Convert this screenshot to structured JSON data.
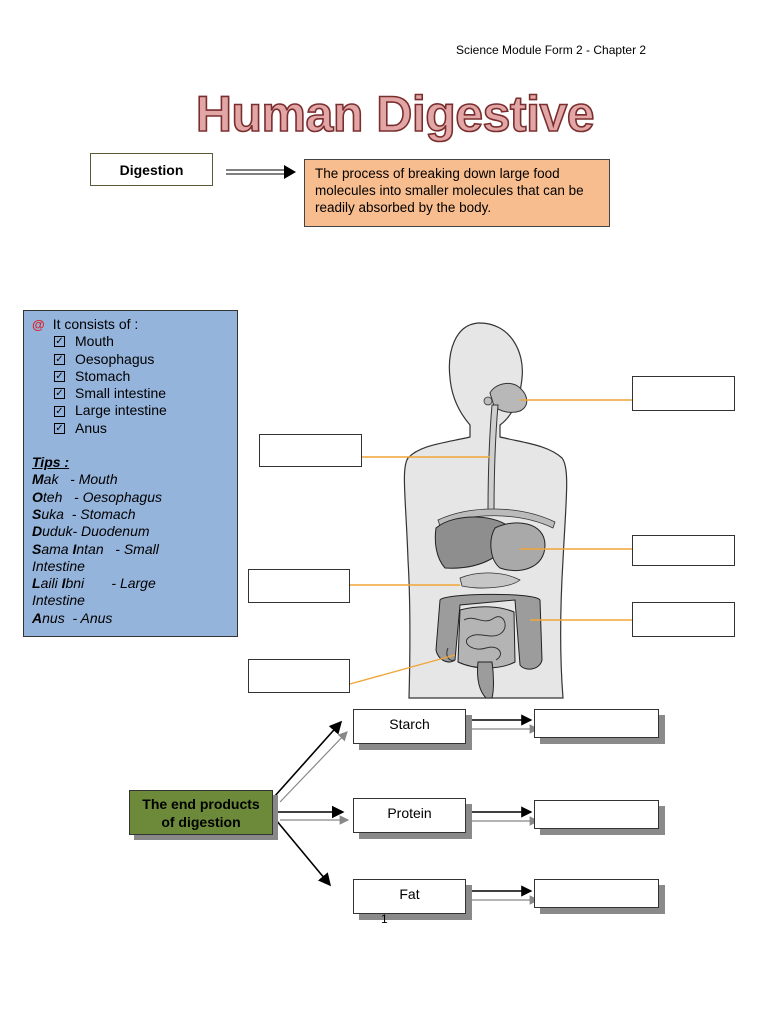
{
  "header": {
    "module": "Science Module Form 2 - Chapter 2"
  },
  "title": "Human Digestive System",
  "definition": {
    "term": "Digestion",
    "text": "The process of breaking down large food molecules into smaller molecules that can be readily absorbed by the body."
  },
  "panel": {
    "intro": "It consists of :",
    "organs": [
      "Mouth",
      "Oesophagus",
      "Stomach",
      "Small intestine",
      "Large intestine",
      "Anus"
    ],
    "tips_title": "Tips :",
    "tips": [
      {
        "initial": "M",
        "rest": "ak",
        "meaning": "- Mouth"
      },
      {
        "initial": "O",
        "rest": "teh",
        "meaning": "- Oesophagus"
      },
      {
        "initial": "S",
        "rest": "uka",
        "meaning": "- Stomach"
      },
      {
        "initial": "D",
        "rest": "uduk",
        "meaning": "- Duodenum"
      },
      {
        "initial": "S",
        "rest": "ama ",
        "initial2": "I",
        "rest2": "ntan",
        "meaning": "- Small",
        "meaning2": "Intestine"
      },
      {
        "initial": "L",
        "rest": "aili ",
        "initial2": "I",
        "rest2": "bni",
        "meaning": "- Large",
        "meaning2": "Intestine"
      },
      {
        "initial": "A",
        "rest": "nus",
        "meaning": "- Anus"
      }
    ]
  },
  "end_products": {
    "label_line1": "The end products",
    "label_line2": "of digestion",
    "foods": [
      "Starch",
      "Protein",
      "Fat"
    ]
  },
  "page_number": "1"
}
